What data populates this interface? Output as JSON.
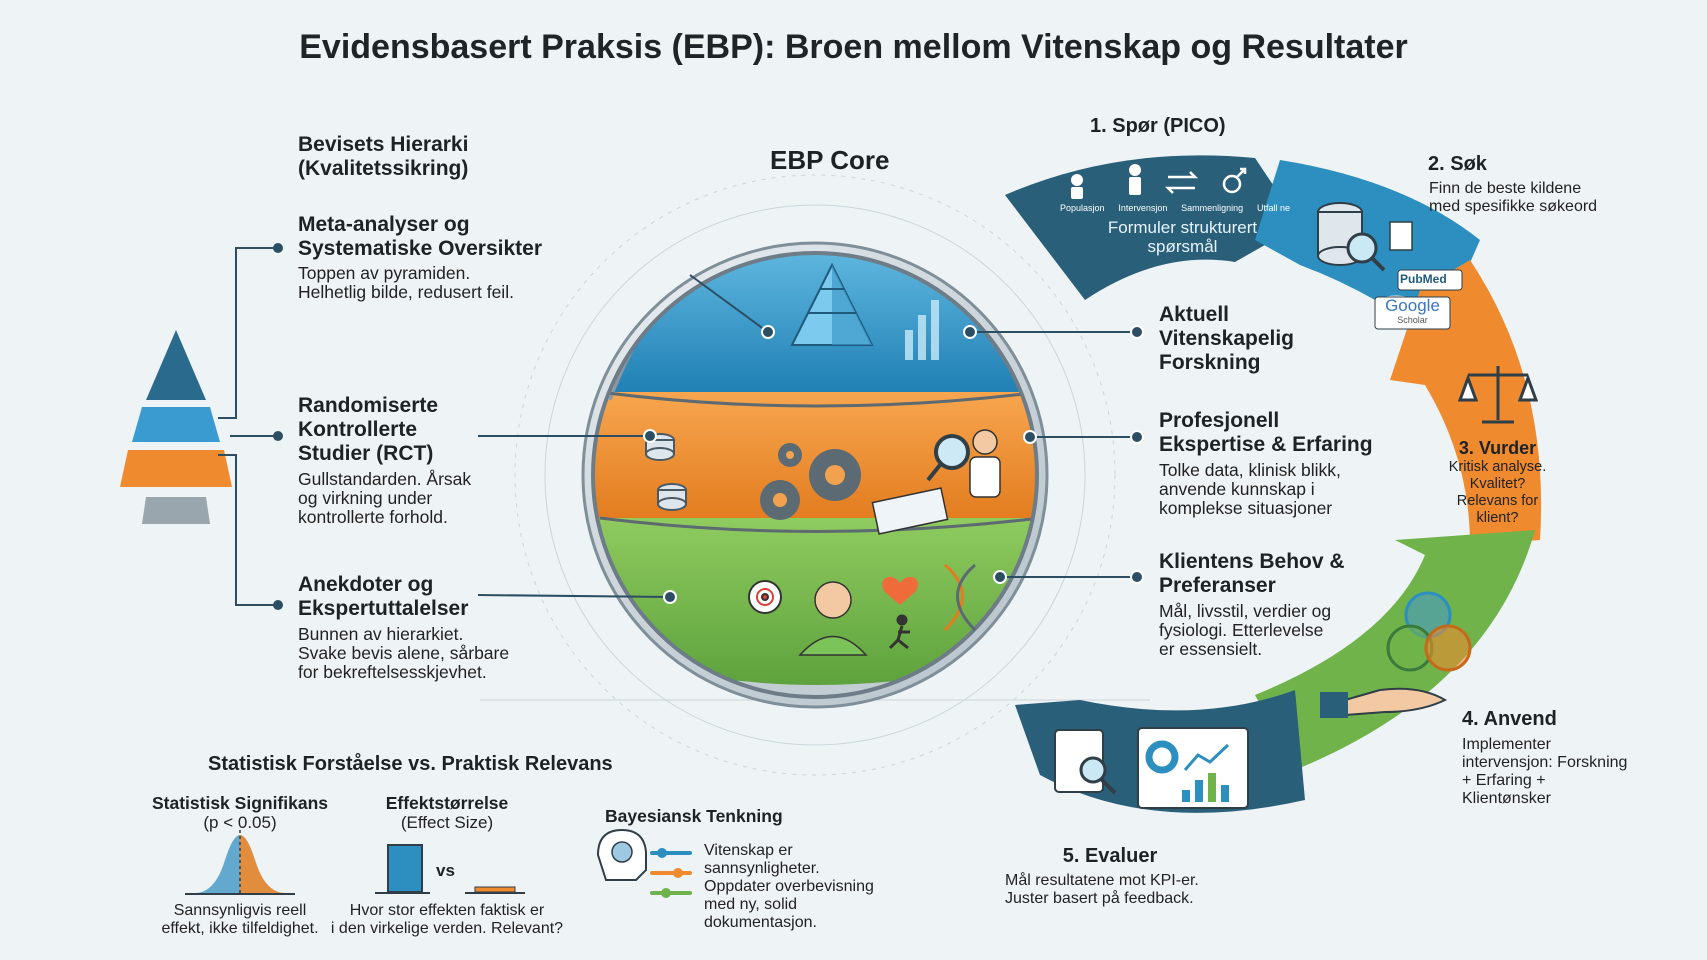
{
  "title": "Evidensbasert Praksis (EBP): Broen mellom Vitenskap og Resultater",
  "core_label": "EBP Core",
  "hierarchy": {
    "title_line1": "Bevisets Hierarki",
    "title_line2": "(Kvalitetssikring)",
    "level1": {
      "h1": "Meta-analyser og",
      "h2": "Systematiske Oversikter",
      "d1": "Toppen av pyramiden.",
      "d2": "Helhetlig bilde, redusert feil."
    },
    "level2": {
      "h1": "Randomiserte",
      "h2": "Kontrollerte",
      "h3": "Studier (RCT)",
      "d1": "Gullstandarden. Årsak",
      "d2": "og virkning under",
      "d3": "kontrollerte forhold."
    },
    "level3": {
      "h1": "Anekdoter og",
      "h2": "Ekspertuttalelser",
      "d1": "Bunnen av hierarkiet.",
      "d2": "Svake bevis alene, sårbare",
      "d3": "for bekreftelsesskjevhet."
    }
  },
  "pillars": {
    "research": {
      "h1": "Aktuell",
      "h2": "Vitenskapelig",
      "h3": "Forskning"
    },
    "expertise": {
      "h1": "Profesjonell",
      "h2": "Ekspertise & Erfaring",
      "d1": "Tolke data, klinisk blikk,",
      "d2": "anvende kunnskap i",
      "d3": "komplekse situasjoner"
    },
    "client": {
      "h1": "Klientens Behov &",
      "h2": "Preferanser",
      "d1": "Mål, livsstil, verdier og",
      "d2": "fysiologi. Etterlevelse",
      "d3": "er essensielt."
    }
  },
  "cycle": {
    "step1": {
      "title": "1. Spør (PICO)",
      "icons": [
        "Populasjon",
        "Intervensjon",
        "Sammenligning",
        "Utfall ne"
      ],
      "d1": "Formuler strukturert",
      "d2": "spørsmål"
    },
    "step2": {
      "title": "2. Søk",
      "d1": "Finn de beste kildene",
      "d2": "med spesifikke søkeord",
      "badge1": "PubMed",
      "badge2": "Google",
      "badge2_sub": "Scholar"
    },
    "step3": {
      "title": "3. Vurder",
      "d1": "Kritisk analyse.",
      "d2": "Kvalitet?",
      "d3": "Relevans for",
      "d4": "klient?"
    },
    "step4": {
      "title": "4. Anvend",
      "d1": "Implementer",
      "d2": "intervensjon: Forskning",
      "d3": "+ Erfaring +",
      "d4": "Klientønsker"
    },
    "step5": {
      "title": "5. Evaluer",
      "d1": "Mål resultatene mot KPI-er.",
      "d2": "Juster basert på feedback."
    }
  },
  "stats": {
    "title": "Statistisk Forståelse vs. Praktisk Relevans",
    "sig": {
      "h": "Statistisk Signifikans",
      "h2": "(p < 0.05)",
      "d1": "Sannsynligvis reell",
      "d2": "effekt, ikke tilfeldighet."
    },
    "effect": {
      "h": "Effektstørrelse",
      "h2": "(Effect Size)",
      "vs": "vs",
      "d1": "Hvor stor effekten faktisk er",
      "d2": "i den virkelige verden. Relevant?"
    },
    "bayes": {
      "h": "Bayesiansk Tenkning",
      "d1": "Vitenskap er",
      "d2": "sannsynligheter.",
      "d3": "Oppdater overbevisning",
      "d4": "med ny, solid",
      "d5": "dokumentasjon."
    }
  },
  "colors": {
    "blue": "#2c8fc0",
    "dark_blue": "#2a5f7a",
    "orange": "#ef8a2e",
    "green": "#6fb34a",
    "gray": "#8f9aa2"
  }
}
